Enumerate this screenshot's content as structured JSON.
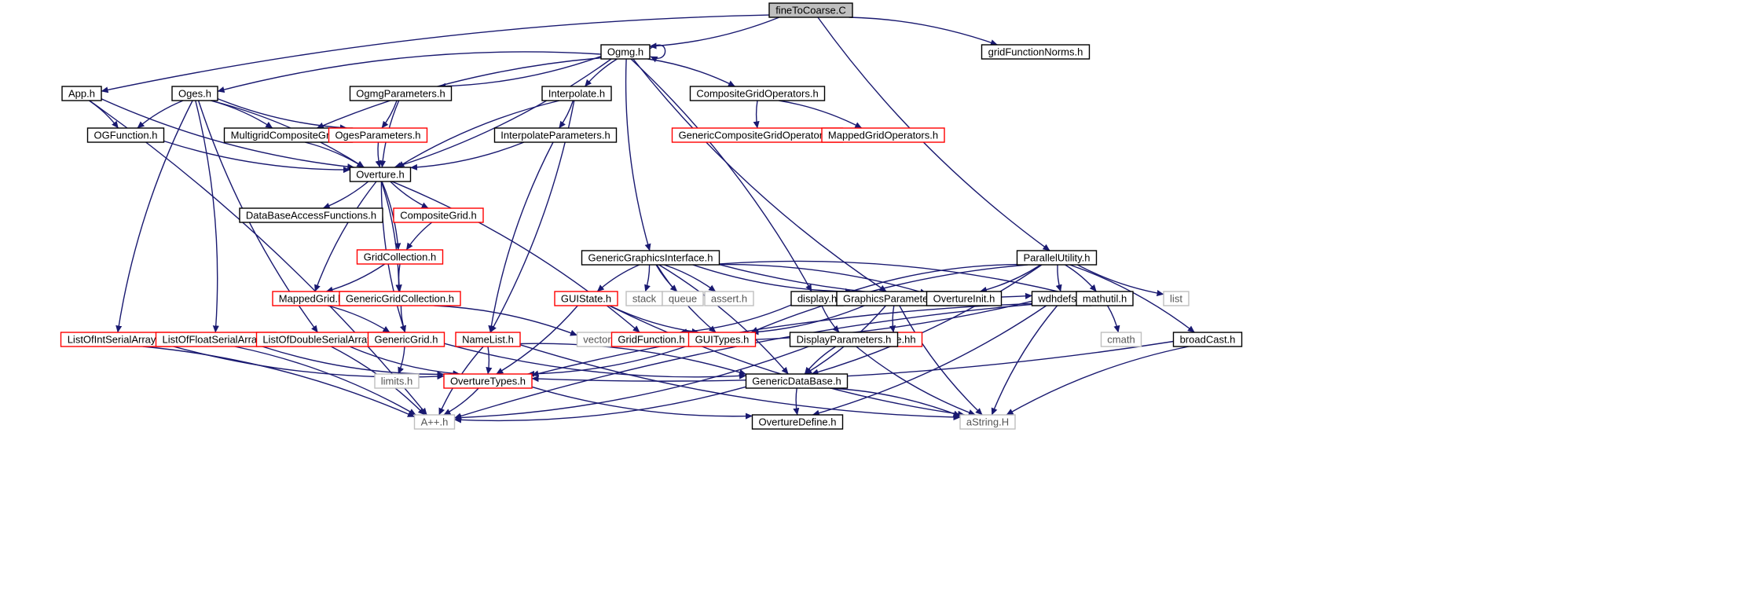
{
  "graph": {
    "colors": {
      "edge": "#191970",
      "root_fill": "#bfbfbf",
      "normal_border": "#000000",
      "truncated_border": "#ff0000",
      "external_border": "#bfbfbf",
      "external_text": "#555555"
    },
    "nodes": [
      {
        "id": "fineToCoarse",
        "label": "fineToCoarse.C",
        "kind": "root"
      },
      {
        "id": "Ogmg",
        "label": "Ogmg.h",
        "kind": "normal"
      },
      {
        "id": "gridFunctionNorms",
        "label": "gridFunctionNorms.h",
        "kind": "normal"
      },
      {
        "id": "App",
        "label": "App.h",
        "kind": "normal"
      },
      {
        "id": "Oges",
        "label": "Oges.h",
        "kind": "normal"
      },
      {
        "id": "OgmgParameters",
        "label": "OgmgParameters.h",
        "kind": "normal"
      },
      {
        "id": "Interpolate",
        "label": "Interpolate.h",
        "kind": "normal"
      },
      {
        "id": "CompositeGridOperators",
        "label": "CompositeGridOperators.h",
        "kind": "normal"
      },
      {
        "id": "OGFunction",
        "label": "OGFunction.h",
        "kind": "normal"
      },
      {
        "id": "MultigridCompositeGrid",
        "label": "MultigridCompositeGrid.h",
        "kind": "normal"
      },
      {
        "id": "OgesParameters",
        "label": "OgesParameters.h",
        "kind": "truncated"
      },
      {
        "id": "InterpolateParameters",
        "label": "InterpolateParameters.h",
        "kind": "normal"
      },
      {
        "id": "GenericCompositeGridOperators",
        "label": "GenericCompositeGridOperators.h",
        "kind": "truncated"
      },
      {
        "id": "MappedGridOperators",
        "label": "MappedGridOperators.h",
        "kind": "truncated"
      },
      {
        "id": "Overture",
        "label": "Overture.h",
        "kind": "normal"
      },
      {
        "id": "DataBaseAccessFunctions",
        "label": "DataBaseAccessFunctions.h",
        "kind": "normal"
      },
      {
        "id": "CompositeGrid",
        "label": "CompositeGrid.h",
        "kind": "truncated"
      },
      {
        "id": "GridCollection",
        "label": "GridCollection.h",
        "kind": "truncated"
      },
      {
        "id": "MappedGrid",
        "label": "MappedGrid.h",
        "kind": "truncated"
      },
      {
        "id": "GenericGridCollection",
        "label": "GenericGridCollection.h",
        "kind": "truncated"
      },
      {
        "id": "GenericGraphicsInterface",
        "label": "GenericGraphicsInterface.h",
        "kind": "normal"
      },
      {
        "id": "ParallelUtility",
        "label": "ParallelUtility.h",
        "kind": "normal"
      },
      {
        "id": "GUIState",
        "label": "GUIState.h",
        "kind": "truncated"
      },
      {
        "id": "stack",
        "label": "stack",
        "kind": "external"
      },
      {
        "id": "queue",
        "label": "queue",
        "kind": "external"
      },
      {
        "id": "assert",
        "label": "assert.h",
        "kind": "external"
      },
      {
        "id": "display",
        "label": "display.h",
        "kind": "normal"
      },
      {
        "id": "GraphicsParameters",
        "label": "GraphicsParameters.h",
        "kind": "normal"
      },
      {
        "id": "OvertureInit",
        "label": "OvertureInit.h",
        "kind": "normal"
      },
      {
        "id": "wdhdefs",
        "label": "wdhdefs.h",
        "kind": "normal"
      },
      {
        "id": "mathutil",
        "label": "mathutil.h",
        "kind": "normal"
      },
      {
        "id": "list",
        "label": "list",
        "kind": "external"
      },
      {
        "id": "ListOfIntSerialArray",
        "label": "ListOfIntSerialArray.h",
        "kind": "truncated"
      },
      {
        "id": "ListOfFloatSerialArray",
        "label": "ListOfFloatSerialArray.h",
        "kind": "truncated"
      },
      {
        "id": "ListOfDoubleSerialArray",
        "label": "ListOfDoubleSerialArray.h",
        "kind": "truncated"
      },
      {
        "id": "GenericGrid",
        "label": "GenericGrid.h",
        "kind": "truncated"
      },
      {
        "id": "NameList",
        "label": "NameList.h",
        "kind": "truncated"
      },
      {
        "id": "vector",
        "label": "vector",
        "kind": "external"
      },
      {
        "id": "GridFunction",
        "label": "GridFunction.h",
        "kind": "truncated"
      },
      {
        "id": "GUITypes",
        "label": "GUITypes.h",
        "kind": "truncated"
      },
      {
        "id": "DBase",
        "label": "DBase.hh",
        "kind": "truncated"
      },
      {
        "id": "DisplayParameters",
        "label": "DisplayParameters.h",
        "kind": "normal"
      },
      {
        "id": "cmath",
        "label": "cmath",
        "kind": "external"
      },
      {
        "id": "broadCast",
        "label": "broadCast.h",
        "kind": "normal"
      },
      {
        "id": "limits",
        "label": "limits.h",
        "kind": "external"
      },
      {
        "id": "OvertureTypes",
        "label": "OvertureTypes.h",
        "kind": "truncated"
      },
      {
        "id": "GenericDataBase",
        "label": "GenericDataBase.h",
        "kind": "normal"
      },
      {
        "id": "App_pp",
        "label": "A++.h",
        "kind": "external"
      },
      {
        "id": "OvertureDefine",
        "label": "OvertureDefine.h",
        "kind": "normal"
      },
      {
        "id": "aString",
        "label": "aString.H",
        "kind": "external"
      }
    ],
    "edges": [
      [
        "fineToCoarse",
        "Ogmg"
      ],
      [
        "fineToCoarse",
        "App"
      ],
      [
        "fineToCoarse",
        "gridFunctionNorms"
      ],
      [
        "fineToCoarse",
        "ParallelUtility"
      ],
      [
        "Ogmg",
        "Ogmg"
      ],
      [
        "Ogmg",
        "Oges"
      ],
      [
        "Ogmg",
        "OgmgParameters"
      ],
      [
        "Ogmg",
        "Interpolate"
      ],
      [
        "Ogmg",
        "CompositeGridOperators"
      ],
      [
        "Ogmg",
        "MultigridCompositeGrid"
      ],
      [
        "Ogmg",
        "Overture"
      ],
      [
        "Ogmg",
        "GenericGraphicsInterface"
      ],
      [
        "Ogmg",
        "display"
      ],
      [
        "Ogmg",
        "GraphicsParameters"
      ],
      [
        "App",
        "OGFunction"
      ],
      [
        "App",
        "Overture"
      ],
      [
        "App",
        "App_pp"
      ],
      [
        "Oges",
        "OGFunction"
      ],
      [
        "Oges",
        "MultigridCompositeGrid"
      ],
      [
        "Oges",
        "OgesParameters"
      ],
      [
        "Oges",
        "Overture"
      ],
      [
        "Oges",
        "ListOfIntSerialArray"
      ],
      [
        "Oges",
        "ListOfFloatSerialArray"
      ],
      [
        "Oges",
        "ListOfDoubleSerialArray"
      ],
      [
        "OgmgParameters",
        "OgesParameters"
      ],
      [
        "OgmgParameters",
        "Overture"
      ],
      [
        "Interpolate",
        "InterpolateParameters"
      ],
      [
        "Interpolate",
        "Overture"
      ],
      [
        "Interpolate",
        "NameList"
      ],
      [
        "CompositeGridOperators",
        "GenericCompositeGridOperators"
      ],
      [
        "CompositeGridOperators",
        "MappedGridOperators"
      ],
      [
        "OGFunction",
        "Overture"
      ],
      [
        "MultigridCompositeGrid",
        "Overture"
      ],
      [
        "OgesParameters",
        "Overture"
      ],
      [
        "InterpolateParameters",
        "Overture"
      ],
      [
        "InterpolateParameters",
        "NameList"
      ],
      [
        "Overture",
        "DataBaseAccessFunctions"
      ],
      [
        "Overture",
        "CompositeGrid"
      ],
      [
        "Overture",
        "GridCollection"
      ],
      [
        "Overture",
        "MappedGrid"
      ],
      [
        "Overture",
        "GenericGridCollection"
      ],
      [
        "Overture",
        "GenericGrid"
      ],
      [
        "Overture",
        "GridFunction"
      ],
      [
        "CompositeGrid",
        "GridCollection"
      ],
      [
        "GridCollection",
        "MappedGrid"
      ],
      [
        "GridCollection",
        "GenericGridCollection"
      ],
      [
        "MappedGrid",
        "GenericGrid"
      ],
      [
        "GenericGridCollection",
        "GenericGrid"
      ],
      [
        "GenericGridCollection",
        "vector"
      ],
      [
        "GenericGraphicsInterface",
        "GUIState"
      ],
      [
        "GenericGraphicsInterface",
        "stack"
      ],
      [
        "GenericGraphicsInterface",
        "queue"
      ],
      [
        "GenericGraphicsInterface",
        "assert"
      ],
      [
        "GenericGraphicsInterface",
        "GraphicsParameters"
      ],
      [
        "GenericGraphicsInterface",
        "OvertureInit"
      ],
      [
        "GenericGraphicsInterface",
        "wdhdefs"
      ],
      [
        "GenericGraphicsInterface",
        "mathutil"
      ],
      [
        "GenericGraphicsInterface",
        "GUITypes"
      ],
      [
        "GenericGraphicsInterface",
        "GenericDataBase"
      ],
      [
        "ParallelUtility",
        "display"
      ],
      [
        "ParallelUtility",
        "OvertureInit"
      ],
      [
        "ParallelUtility",
        "wdhdefs"
      ],
      [
        "ParallelUtility",
        "mathutil"
      ],
      [
        "ParallelUtility",
        "list"
      ],
      [
        "ParallelUtility",
        "broadCast"
      ],
      [
        "ParallelUtility",
        "GUITypes"
      ],
      [
        "ParallelUtility",
        "GenericDataBase"
      ],
      [
        "GUIState",
        "GUITypes"
      ],
      [
        "GUIState",
        "OvertureTypes"
      ],
      [
        "GUIState",
        "aString"
      ],
      [
        "display",
        "GridFunction"
      ],
      [
        "display",
        "DisplayParameters"
      ],
      [
        "GraphicsParameters",
        "GUITypes"
      ],
      [
        "GraphicsParameters",
        "DBase"
      ],
      [
        "GraphicsParameters",
        "GenericDataBase"
      ],
      [
        "GraphicsParameters",
        "aString"
      ],
      [
        "wdhdefs",
        "vector"
      ],
      [
        "wdhdefs",
        "App_pp"
      ],
      [
        "wdhdefs",
        "OvertureDefine"
      ],
      [
        "wdhdefs",
        "aString"
      ],
      [
        "mathutil",
        "cmath"
      ],
      [
        "mathutil",
        "OvertureTypes"
      ],
      [
        "ListOfIntSerialArray",
        "App_pp"
      ],
      [
        "ListOfIntSerialArray",
        "OvertureTypes"
      ],
      [
        "ListOfFloatSerialArray",
        "App_pp"
      ],
      [
        "ListOfFloatSerialArray",
        "OvertureTypes"
      ],
      [
        "ListOfDoubleSerialArray",
        "App_pp"
      ],
      [
        "ListOfDoubleSerialArray",
        "OvertureTypes"
      ],
      [
        "GenericGrid",
        "limits"
      ],
      [
        "GenericGrid",
        "GenericDataBase"
      ],
      [
        "NameList",
        "OvertureTypes"
      ],
      [
        "NameList",
        "App_pp"
      ],
      [
        "NameList",
        "GenericDataBase"
      ],
      [
        "NameList",
        "aString"
      ],
      [
        "GUITypes",
        "OvertureTypes"
      ],
      [
        "DisplayParameters",
        "GenericDataBase"
      ],
      [
        "DisplayParameters",
        "App_pp"
      ],
      [
        "DisplayParameters",
        "aString"
      ],
      [
        "broadCast",
        "OvertureTypes"
      ],
      [
        "broadCast",
        "aString"
      ],
      [
        "OvertureTypes",
        "App_pp"
      ],
      [
        "OvertureTypes",
        "OvertureDefine"
      ],
      [
        "GenericDataBase",
        "App_pp"
      ],
      [
        "GenericDataBase",
        "OvertureDefine"
      ],
      [
        "GenericDataBase",
        "aString"
      ]
    ]
  }
}
